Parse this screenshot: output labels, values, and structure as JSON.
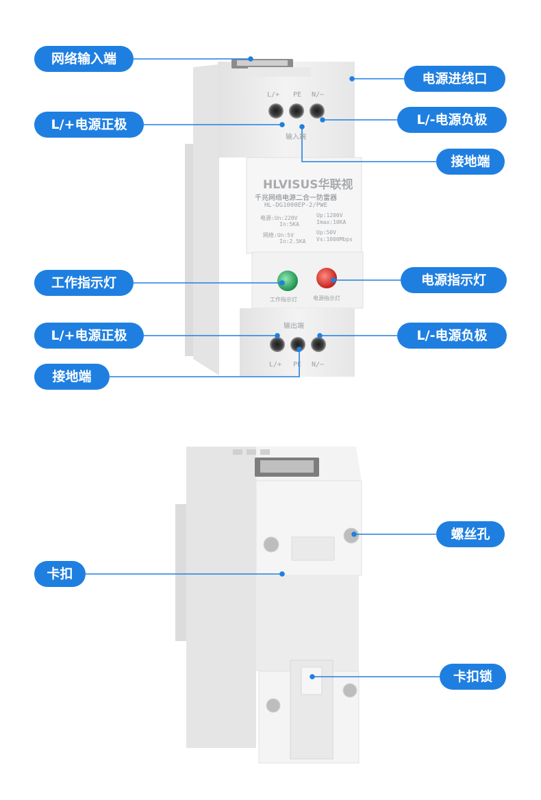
{
  "top_device": {
    "terminal_labels": [
      "L/+",
      "PE",
      "N/−"
    ],
    "input_caption": "输入端",
    "brand": "HLVISUS华联视",
    "product_name": "千兆网络电源二合一防雷器",
    "model": "HL-DG1000EP-2/PWE",
    "specs": {
      "power_un": "电源:Un:220V",
      "power_in": "In:5KA",
      "power_up": "Up:1200V",
      "power_imax": "Imax:10KA",
      "net_un": "网络:Un:5V",
      "net_in": "In:2.5KA",
      "net_up": "Up:50V",
      "net_vs": "Vs:1000Mbps"
    },
    "work_indicator_caption": "工作指示灯",
    "power_indicator_caption": "电源指示灯",
    "output_caption": "输出端",
    "bottom_terminal_labels": [
      "L/+",
      "PE",
      "N/−"
    ]
  },
  "callouts": {
    "network_input": "网络输入端",
    "power_inlet": "电源进线口",
    "positive_top": "L/+电源正极",
    "negative_top": "L/-电源负极",
    "ground_top": "接地端",
    "work_indicator": "工作指示灯",
    "power_indicator": "电源指示灯",
    "positive_bottom": "L/+电源正极",
    "negative_bottom": "L/-电源负极",
    "ground_bottom": "接地端",
    "screw_hole": "螺丝孔",
    "clip": "卡扣",
    "clip_lock": "卡扣锁"
  },
  "colors": {
    "accent": "#1f7fe0",
    "indicator_green": "#2fb36a",
    "indicator_red": "#e0302a",
    "device_body": "#eeeeee"
  }
}
